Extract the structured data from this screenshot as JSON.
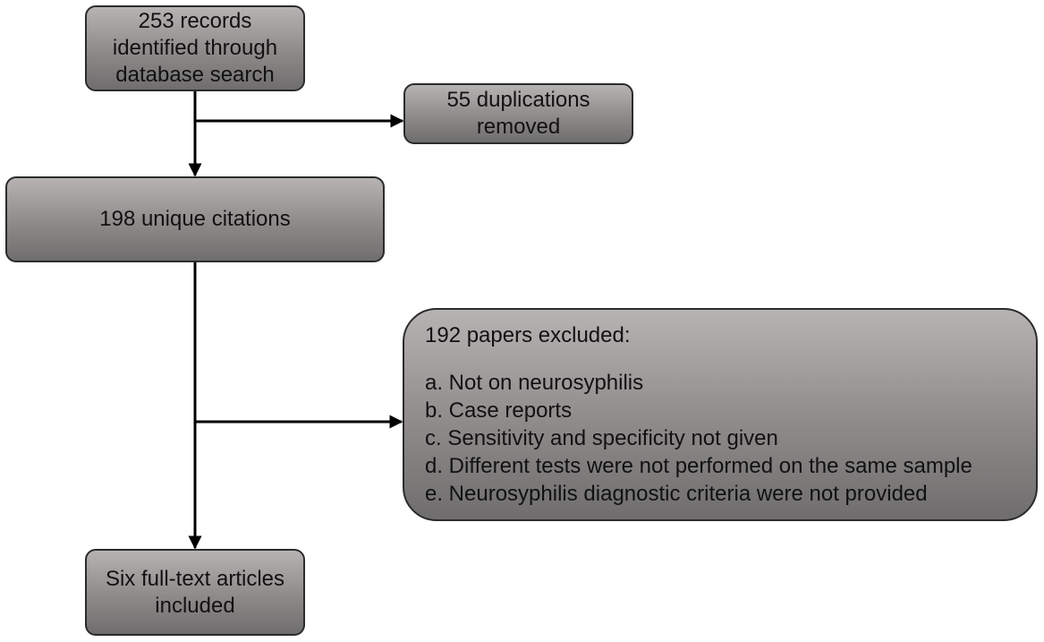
{
  "flowchart": {
    "records": [
      "253 records",
      "identified through",
      "database search"
    ],
    "duplications": [
      "55 duplications",
      "removed"
    ],
    "unique": [
      "198 unique citations"
    ],
    "excluded": {
      "title": "192 papers excluded:",
      "items": [
        "a. Not on neurosyphilis",
        "b. Case reports",
        "c. Sensitivity and specificity not given",
        "d. Different tests were not performed on the same sample",
        "e. Neurosyphilis diagnostic criteria were not provided"
      ]
    },
    "included": [
      "Six full-text articles",
      "included"
    ]
  },
  "colors": {
    "box_top": "#b7b3b3",
    "box_bottom": "#6f6d6d",
    "border": "#2b2b2b",
    "arrow": "#000000"
  }
}
